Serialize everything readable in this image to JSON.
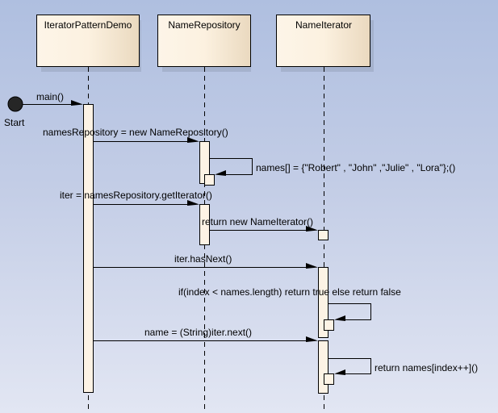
{
  "diagram": {
    "type": "sequence",
    "colors": {
      "background_top": "#afbfe0",
      "background_bottom": "#e2e6f3",
      "box_fill_light": "#fdf5e8",
      "box_fill_dark": "#ecdcc2",
      "activation_fill": "#fdf3e5",
      "line": "#000000"
    },
    "start": {
      "label": "Start"
    },
    "lifelines": [
      {
        "id": "demo",
        "name": "IteratorPatternDemo"
      },
      {
        "id": "repo",
        "name": "NameRepository"
      },
      {
        "id": "iter",
        "name": "NameIterator"
      }
    ],
    "messages": [
      {
        "from": "start",
        "to": "demo",
        "label": "main()",
        "kind": "call"
      },
      {
        "from": "demo",
        "to": "repo",
        "label": "namesRepository = new NameRepository()",
        "kind": "call"
      },
      {
        "from": "repo",
        "to": "repo",
        "label": "names[] = {\"Robert\" , \"John\" ,\"Julie\" , \"Lora\"};()",
        "kind": "self"
      },
      {
        "from": "demo",
        "to": "repo",
        "label": "iter = namesRepository.getIterator()",
        "kind": "call"
      },
      {
        "from": "repo",
        "to": "iter",
        "label": "return new NameIterator()",
        "kind": "call"
      },
      {
        "from": "demo",
        "to": "iter",
        "label": "iter.hasNext()",
        "kind": "call"
      },
      {
        "from": "iter",
        "to": "iter",
        "label": "if(index < names.length) return true else return false",
        "kind": "self"
      },
      {
        "from": "demo",
        "to": "iter",
        "label": "name = (String)iter.next()",
        "kind": "call"
      },
      {
        "from": "iter",
        "to": "iter",
        "label": "return names[index++]()",
        "kind": "self"
      }
    ]
  }
}
